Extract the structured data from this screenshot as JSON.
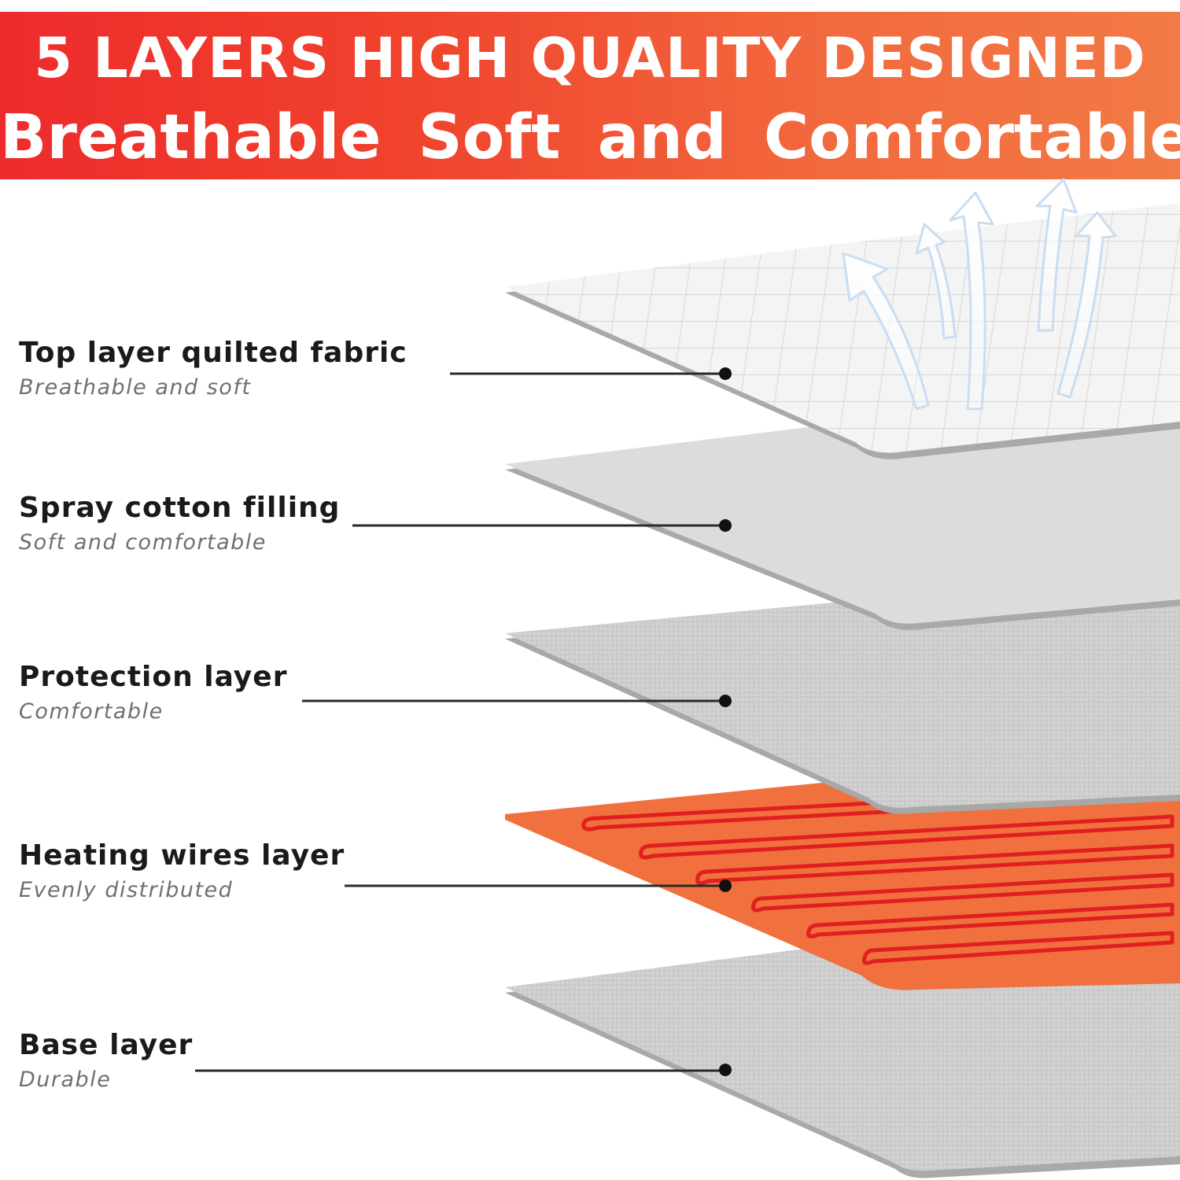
{
  "header": {
    "line1": "5 LAYERS HIGH QUALITY DESIGNED",
    "line2": "Breathable  Soft  and  Comfortable"
  },
  "layers": [
    {
      "name": "Top layer quilted fabric",
      "description": "Breathable and soft"
    },
    {
      "name": "Spray cotton filling",
      "description": "Soft and comfortable"
    },
    {
      "name": "Protection layer",
      "description": "Comfortable"
    },
    {
      "name": "Heating wires layer",
      "description": "Evenly distributed"
    },
    {
      "name": "Base layer",
      "description": "Durable"
    }
  ],
  "colors": {
    "banner_start": "#ee2b2c",
    "banner_end": "#f27a45",
    "heating_layer": "#f0703e",
    "heating_wire": "#e01f1f",
    "layer_gray": "#cfcfcf"
  },
  "icons": [
    "airflow-arrows-icon",
    "leader-dot"
  ]
}
